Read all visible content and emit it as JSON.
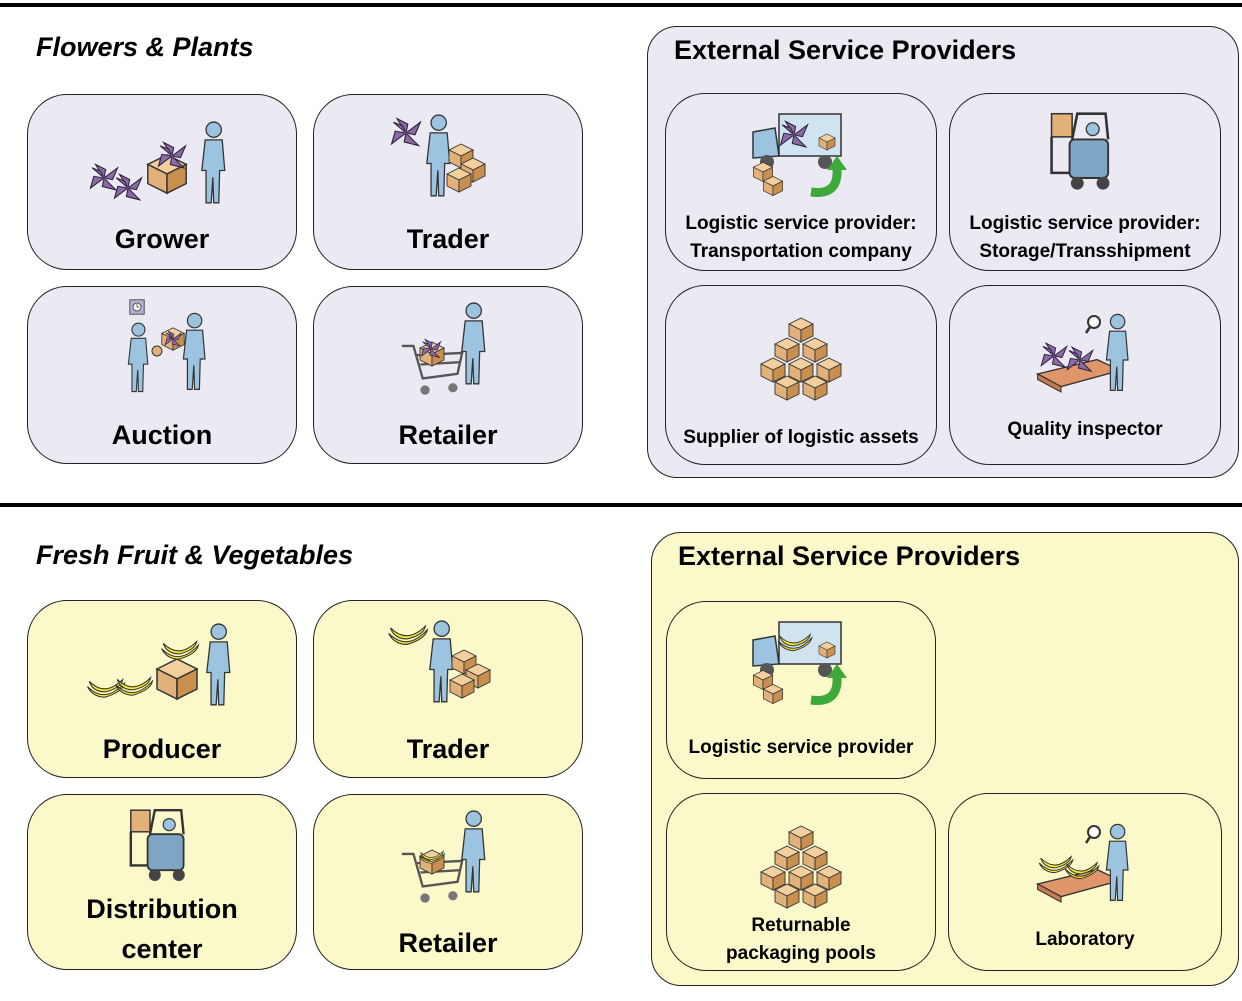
{
  "flowers": {
    "title": "Flowers & Plants",
    "actors": [
      {
        "label": "Grower",
        "icon": "grower-icon"
      },
      {
        "label": "Trader",
        "icon": "trader-icon"
      },
      {
        "label": "Auction",
        "icon": "auction-icon"
      },
      {
        "label": "Retailer",
        "icon": "retailer-icon"
      }
    ],
    "providers_title": "External Service Providers",
    "providers": [
      {
        "label": "Logistic service provider: Transportation company",
        "icon": "truck-icon"
      },
      {
        "label": "Logistic service provider: Storage/Transshipment",
        "icon": "forklift-icon"
      },
      {
        "label": "Supplier of logistic assets",
        "icon": "boxes-icon"
      },
      {
        "label": "Quality inspector",
        "icon": "inspector-icon"
      }
    ]
  },
  "fruit": {
    "title": "Fresh Fruit & Vegetables",
    "actors": [
      {
        "label": "Producer",
        "icon": "producer-icon"
      },
      {
        "label": "Trader",
        "icon": "trader-icon"
      },
      {
        "label": "Distribution center",
        "icon": "forklift-icon"
      },
      {
        "label": "Retailer",
        "icon": "retailer-icon"
      }
    ],
    "providers_title": "External Service Providers",
    "providers": [
      {
        "label": "Logistic service provider",
        "icon": "truck-icon"
      },
      {
        "label": "Returnable packaging pools",
        "icon": "boxes-icon"
      },
      {
        "label": "Laboratory",
        "icon": "laboratory-icon"
      }
    ]
  },
  "colors": {
    "flower_bg": "#ebe9f2",
    "fruit_bg": "#fbf9c9",
    "person": "#9cc3df",
    "box": "#e2b179",
    "flower": "#8a6aa6",
    "banana": "#f4ea2e",
    "arrow": "#3ea83a"
  }
}
